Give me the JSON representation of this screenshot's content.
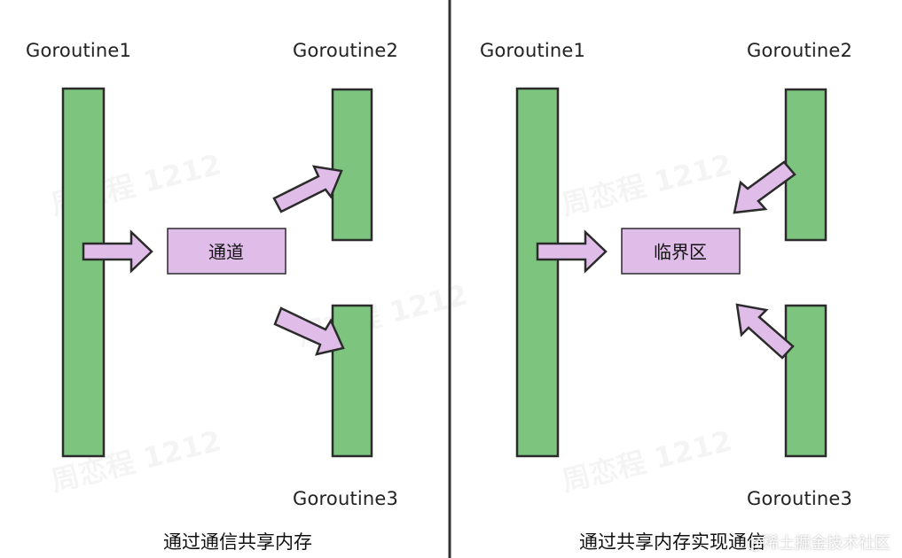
{
  "colors": {
    "goroutine_fill": "#7dc47f",
    "shared_fill": "#e0bde9",
    "stroke": "#2b2b2b",
    "divider": "#333333"
  },
  "left_panel": {
    "goroutine1": "Goroutine1",
    "goroutine2": "Goroutine2",
    "goroutine3": "Goroutine3",
    "box_label": "通道",
    "caption": "通过通信共享内存"
  },
  "right_panel": {
    "goroutine1": "Goroutine1",
    "goroutine2": "Goroutine2",
    "goroutine3": "Goroutine3",
    "box_label": "临界区",
    "caption": "通过共享内存实现通信"
  },
  "watermark": "周恋程 1212",
  "credit": "@稀土掘金技术社区"
}
